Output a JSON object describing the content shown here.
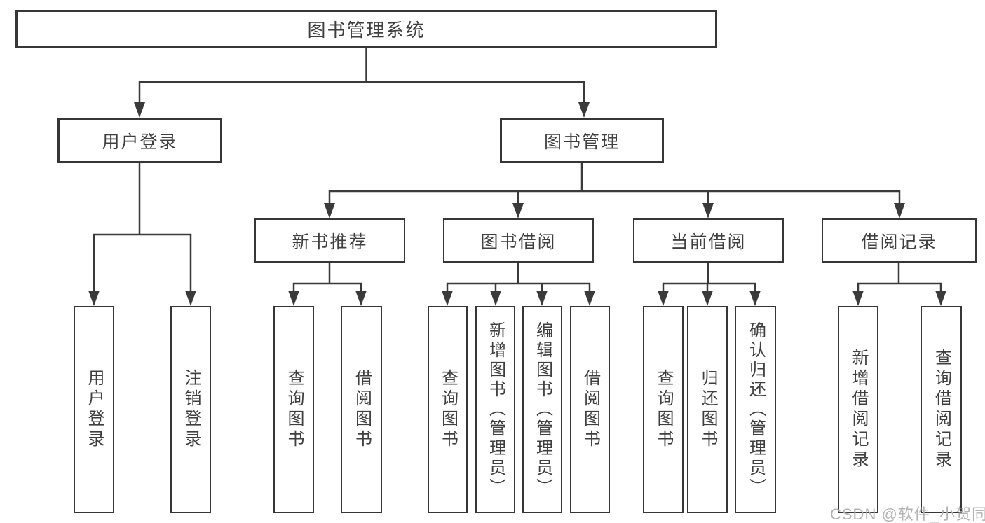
{
  "diagram": {
    "title": "图书管理系统",
    "type": "hierarchy-tree",
    "colors": {
      "line": "#3a3a3a",
      "border": "#363636",
      "text": "#3f3f3f",
      "background": "#ffffff",
      "watermark_text_color": "#b2b2b2"
    },
    "root": {
      "label": "图书管理系统"
    },
    "level2": [
      {
        "label": "用户登录",
        "parent": "图书管理系统"
      },
      {
        "label": "图书管理",
        "parent": "图书管理系统"
      }
    ],
    "level3": [
      {
        "label": "新书推荐",
        "parent": "图书管理"
      },
      {
        "label": "图书借阅",
        "parent": "图书管理"
      },
      {
        "label": "当前借阅",
        "parent": "图书管理"
      },
      {
        "label": "借阅记录",
        "parent": "图书管理"
      }
    ],
    "leaves": [
      {
        "label": "用户登录",
        "parent": "用户登录"
      },
      {
        "label": "注销登录",
        "parent": "用户登录"
      },
      {
        "label": "查询图书",
        "parent": "新书推荐"
      },
      {
        "label": "借阅图书",
        "parent": "新书推荐"
      },
      {
        "label": "查询图书",
        "parent": "图书借阅"
      },
      {
        "label": "新增图书（管理员）",
        "parent": "图书借阅"
      },
      {
        "label": "编辑图书（管理员）",
        "parent": "图书借阅"
      },
      {
        "label": "借阅图书",
        "parent": "图书借阅"
      },
      {
        "label": "查询图书",
        "parent": "当前借阅"
      },
      {
        "label": "归还图书",
        "parent": "当前借阅"
      },
      {
        "label": "确认归还（管理员）",
        "parent": "当前借阅"
      },
      {
        "label": "新增借阅记录",
        "parent": "借阅记录"
      },
      {
        "label": "查询借阅记录",
        "parent": "借阅记录"
      }
    ],
    "watermark": "CSDN @软件_小贺同学"
  }
}
